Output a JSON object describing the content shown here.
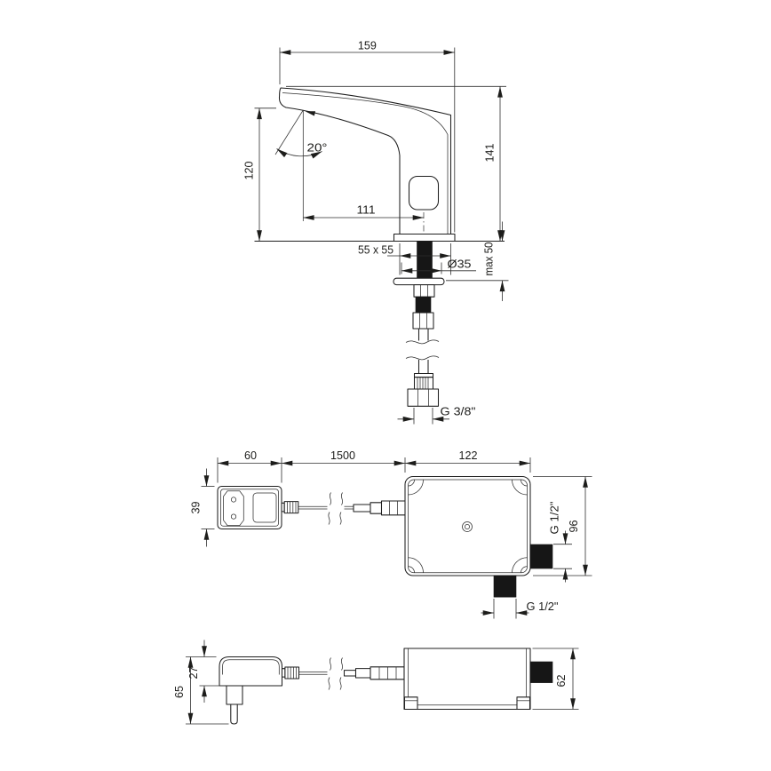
{
  "meta": {
    "background": "#ffffff",
    "ink": "#1d1d1b"
  },
  "views": {
    "faucet": {
      "dims": {
        "width": "159",
        "height": "141",
        "outlet_height": "120",
        "outlet_reach": "111",
        "stream_angle": "20°",
        "base_section": "55 x 55",
        "hole_dia": "Ø35",
        "deck_max": "max 50",
        "hose_thread": "G 3/8\""
      }
    },
    "control_front": {
      "dims": {
        "plug_width": "60",
        "cable_length": "1500",
        "box_width": "122",
        "plug_height": "39",
        "box_height": "96",
        "outlet_side": "G 1/2\"",
        "outlet_bottom": "G 1/2\""
      }
    },
    "control_side": {
      "dims": {
        "plug_body_height": "27",
        "plug_overall_height": "65",
        "box_depth": "62"
      }
    }
  }
}
